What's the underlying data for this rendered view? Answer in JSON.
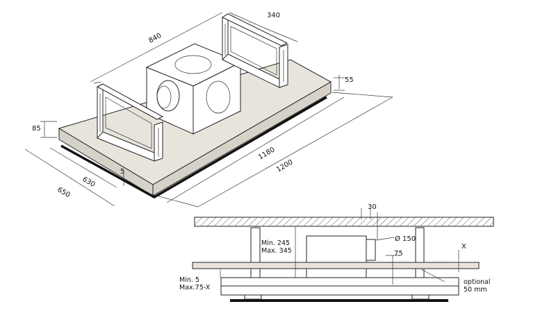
{
  "top_view": {
    "dim_840": "840",
    "dim_340": "340",
    "dim_55": "55",
    "dim_85": "85",
    "dim_5": "5",
    "dim_630": "630",
    "dim_650": "650",
    "dim_1180": "1180",
    "dim_1200": "1200"
  },
  "section_view": {
    "dim_30": "30",
    "dim_diam": "Ø 150",
    "dim_75": "75",
    "dim_x": "X",
    "min_245": "Min. 245",
    "max_345": "Max. 345",
    "min_5": "Min. 5",
    "max_75x": "Max.75-X",
    "optional": "optional",
    "optional_50": "50 mm"
  },
  "colors": {
    "line": "#222222",
    "board": "#e8e4dc",
    "glass": "#222222"
  }
}
